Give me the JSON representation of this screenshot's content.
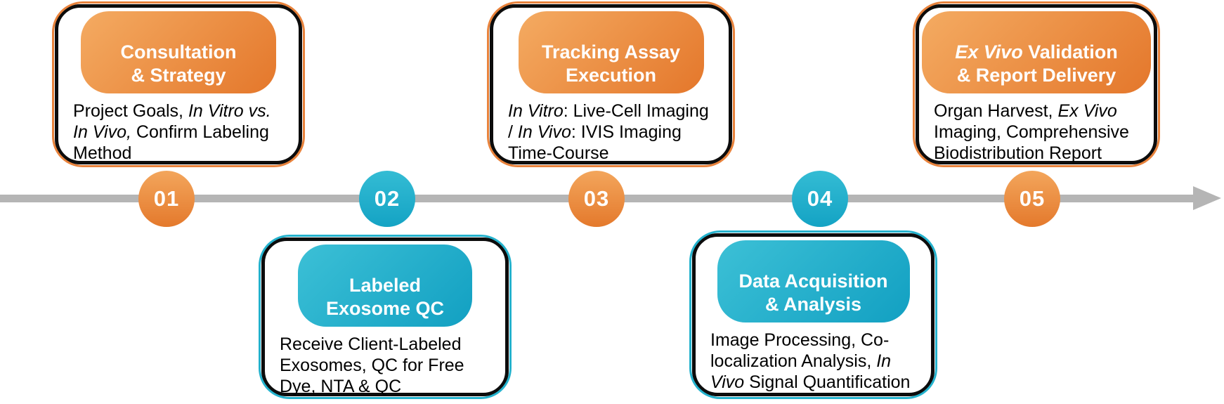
{
  "colors": {
    "orange": "#E8823B",
    "teal": "#24B2CD",
    "timeline_gray": "#B5B5B5",
    "card_border": "#0C0C0C"
  },
  "timeline": {
    "steps": [
      {
        "number": "01",
        "accent": "orange",
        "placement": "above",
        "title": [
          {
            "text": "Consultation\n& Strategy"
          }
        ],
        "body": [
          {
            "text": "Project Goals, "
          },
          {
            "text": "In Vitro vs. In Vivo,",
            "i": true
          },
          {
            "text": " Confirm Labeling Method"
          }
        ]
      },
      {
        "number": "02",
        "accent": "teal",
        "placement": "below",
        "title": [
          {
            "text": "Labeled\nExosome QC"
          }
        ],
        "body": [
          {
            "text": "Receive Client-Labeled Exosomes, QC for Free Dye, NTA & QC"
          }
        ]
      },
      {
        "number": "03",
        "accent": "orange",
        "placement": "above",
        "title": [
          {
            "text": "Tracking Assay\nExecution"
          }
        ],
        "body": [
          {
            "text": "In Vitro",
            "i": true
          },
          {
            "text": ": Live-Cell Imaging / "
          },
          {
            "text": "In Vivo",
            "i": true
          },
          {
            "text": ": IVIS Imaging Time-Course"
          }
        ]
      },
      {
        "number": "04",
        "accent": "teal",
        "placement": "below",
        "title": [
          {
            "text": "Data Acquisition\n& Analysis"
          }
        ],
        "body": [
          {
            "text": "Image Processing, Co-localization Analysis, "
          },
          {
            "text": "In Vivo",
            "i": true
          },
          {
            "text": " Signal Quantification"
          }
        ]
      },
      {
        "number": "05",
        "accent": "orange",
        "placement": "above",
        "title": [
          {
            "text": "Ex Vivo",
            "i": true
          },
          {
            "text": " Validation\n& Report Delivery"
          }
        ],
        "body": [
          {
            "text": "Organ Harvest, "
          },
          {
            "text": "Ex Vivo",
            "i": true
          },
          {
            "text": " Imaging, Comprehensive Biodistribution Report"
          }
        ]
      }
    ]
  }
}
